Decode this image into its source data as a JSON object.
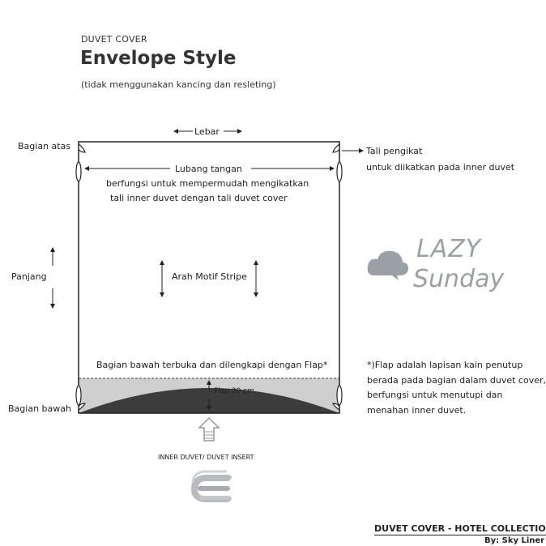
{
  "header": {
    "subtitle": "DUVET COVER",
    "title": "Envelope Style",
    "note": "(tidak menggunakan kancing dan resleting)"
  },
  "diagram": {
    "lebar": "Lebar",
    "bagian_atas": "Bagian atas",
    "bagian_bawah": "Bagian bawah",
    "panjang": "Panjang",
    "lubang_tangan": "Lubang tangan",
    "lubang_desc_1": "berfungsi untuk mempermudah mengikatkan",
    "lubang_desc_2": "tali inner duvet dengan tali duvet cover",
    "tali_pengikat": "Tali pengikat",
    "tali_desc": "untuk diikatkan pada inner duvet",
    "arah_motif": "Arah Motif Stripe",
    "bagian_bawah_terbuka": "Bagian bawah terbuka dan dilengkapi dengan Flap*",
    "flap": "Flap 30 cm",
    "inner_duvet": "INNER DUVET/ DUVET INSERT"
  },
  "flap_note": {
    "line1": "*)Flap adalah lapisan kain penutup",
    "line2": "berada pada bagian dalam duvet cover,",
    "line3": "berfungsi untuk menutupi dan",
    "line4": "menahan inner duvet."
  },
  "logo": {
    "line1": "LAZY",
    "line2": "Sunday"
  },
  "footer": {
    "collection": "DUVET COVER - HOTEL COLLECTION",
    "by": "By: Sky Liner"
  },
  "colors": {
    "flap_fill": "#cfcfcf",
    "flap_dark": "#3c3c3c",
    "logo_grey": "#9aa0a6"
  }
}
